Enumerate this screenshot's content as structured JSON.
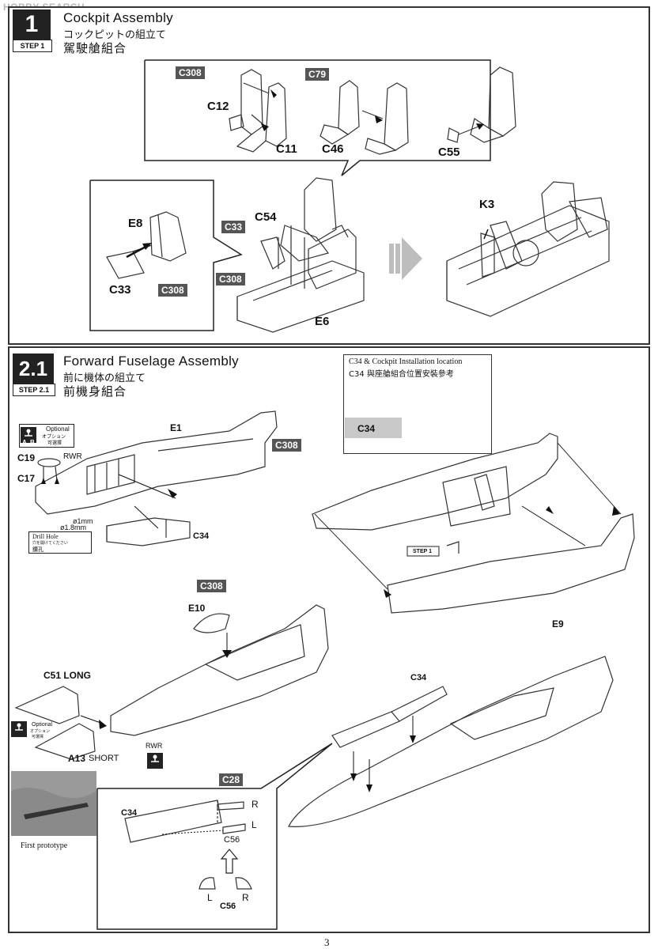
{
  "watermark": "HOBBY SEARCH",
  "page_number": "3",
  "step1": {
    "number": "1",
    "step_label": "STEP 1",
    "title_en": "Cockpit Assembly",
    "title_jp": "コックピットの組立て",
    "title_cn": "駕駛艙組合",
    "parts": {
      "c308_a": "C308",
      "c79": "C79",
      "c12": "C12",
      "c11": "C11",
      "c46": "C46",
      "c55": "C55",
      "e8": "E8",
      "c33_a": "C33",
      "c308_b": "C308",
      "c54": "C54",
      "c33_b": "C33",
      "c308_c": "C308",
      "e6": "E6",
      "k3": "K3"
    }
  },
  "step21": {
    "number": "2.1",
    "step_label": "STEP 2.1",
    "title_en": "Forward Fuselage Assembly",
    "title_jp": "前に機体の組立て",
    "title_cn": "前機身組合",
    "install_note_line1": "C34 & Cockpit Installation location",
    "install_note_line2": "C34 與座艙組合位置安裝參考",
    "install_c34": "C34",
    "optional_label_en": "Optional",
    "optional_label_jp": "オプション",
    "optional_label_cn": "可選擇",
    "opt_a": "A",
    "opt_b": "B",
    "c19": "C19",
    "c17": "C17",
    "rwr_1": "RWR",
    "e1": "E1",
    "c308_d": "C308",
    "c34_a": "C34",
    "dim_1mm": "ø1mm",
    "dim_18mm": "ø1.8mm",
    "drill_hole_en": "Drill Hole",
    "drill_hole_jp": "穴を開けてください",
    "drill_hole_cn": "鑽孔",
    "step1_ref": "STEP 1",
    "e9": "E9",
    "c308_e": "C308",
    "e10": "E10",
    "c51_long": "C51 LONG",
    "a13": "A13",
    "short": "SHORT",
    "rwr_2": "RWR",
    "opt2_en": "Optional",
    "opt2_jp": "オプション",
    "opt2_cn": "可選擇",
    "c34_b": "C34",
    "c28": "C28",
    "r1": "R",
    "l1": "L",
    "c34_c": "C34",
    "c56_a": "C56",
    "l2": "L",
    "r2": "R",
    "c56_b": "C56",
    "photo_caption": "First prototype"
  }
}
